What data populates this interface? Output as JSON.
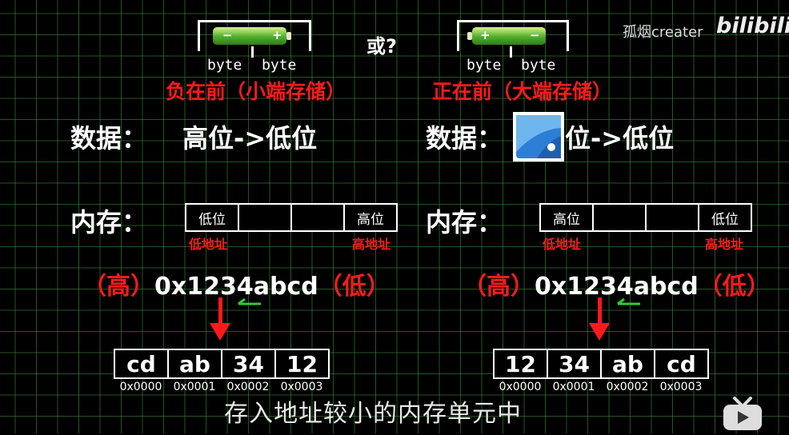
{
  "watermark": {
    "author": "孤烟creater",
    "brand": "bilibili"
  },
  "center_question": "或?",
  "left": {
    "byte_labels": [
      "byte",
      "byte"
    ],
    "title": "负在前（小端存储）",
    "data_label": "数据：",
    "data_value": "高位->低位",
    "mem_label": "内存：",
    "mem_cells": [
      "低位",
      "",
      "",
      "高位"
    ],
    "addr_low": "低地址",
    "addr_high": "高地址",
    "hex": {
      "open": "（高）",
      "value": "0x1234abcd",
      "close": "（低）"
    },
    "bytes": [
      "cd",
      "ab",
      "34",
      "12"
    ],
    "addresses": [
      "0x0000",
      "0x0001",
      "0x0002",
      "0x0003"
    ]
  },
  "right": {
    "byte_labels": [
      "byte",
      "byte"
    ],
    "title": "正在前（大端存储）",
    "data_label": "数据：",
    "data_value": "位->低位",
    "mem_label": "内存：",
    "mem_cells": [
      "高位",
      "",
      "",
      "低位"
    ],
    "addr_low": "低地址",
    "addr_high": "高地址",
    "hex": {
      "open": "（高）",
      "value": "0x1234abcd",
      "close": "（低）"
    },
    "bytes": [
      "12",
      "34",
      "ab",
      "cd"
    ],
    "addresses": [
      "0x0000",
      "0x0001",
      "0x0002",
      "0x0003"
    ]
  },
  "subtitle": "存入地址较小的内存单元中",
  "colors": {
    "accent_red": "#ff1a1a",
    "grid": "#469646",
    "battery_green": "#4fae2a"
  }
}
